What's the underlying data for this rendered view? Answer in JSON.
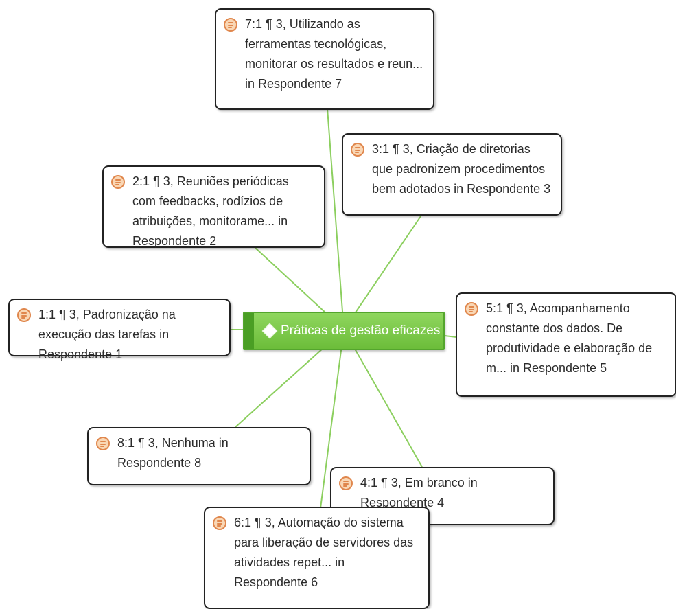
{
  "center": {
    "label": "Práticas de gestão eficazes",
    "icon": "diamond-icon"
  },
  "quotations": [
    {
      "id": "q7",
      "text": "7:1 ¶ 3, Utilizando as ferramentas tecnológicas, monitorar os resultados e reun... in Respondente 7"
    },
    {
      "id": "q3",
      "text": "3:1 ¶ 3, Criação de diretorias que padronizem procedimentos bem adotados in Respondente 3"
    },
    {
      "id": "q2",
      "text": "2:1 ¶ 3, Reuniões periódicas com feedbacks, rodízios de atribuições, monitorame... in Respondente 2"
    },
    {
      "id": "q1",
      "text": "1:1 ¶ 3, Padronização na execução das tarefas in Respondente 1"
    },
    {
      "id": "q5",
      "text": "5:1 ¶ 3, Acompanhamento constante dos dados. De produtividade e elaboração de m... in Respondente 5"
    },
    {
      "id": "q8",
      "text": "8:1 ¶ 3, Nenhuma in Respondente 8"
    },
    {
      "id": "q4",
      "text": "4:1 ¶ 3, Em branco in Respondente 4"
    },
    {
      "id": "q6",
      "text": "6:1 ¶ 3, Automação do sistema para liberação de servidores das atividades repet... in Respondente 6"
    }
  ],
  "colors": {
    "link": "#8ccf5f",
    "code_fill": "#7cc94a",
    "code_strip": "#4a9e24",
    "quote_icon": "#e0874d",
    "node_border": "#222222"
  }
}
